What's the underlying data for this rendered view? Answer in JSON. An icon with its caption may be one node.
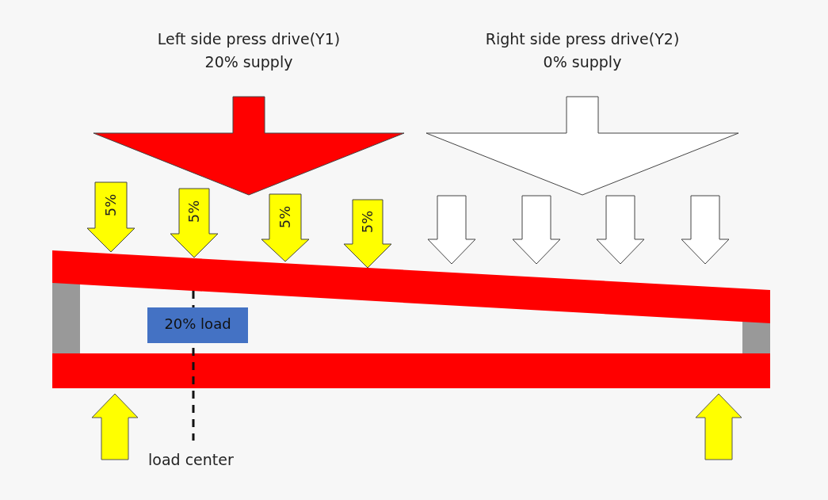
{
  "diagram": {
    "nodes": [
      {
        "text": [
          "Left side press drive(Y1)",
          "20% supply"
        ]
      },
      {
        "text": [
          "Right side press drive(Y2)",
          "0% supply"
        ]
      },
      {
        "text": [
          "5%"
        ]
      },
      {
        "text": [
          "5%"
        ]
      },
      {
        "text": [
          "5%"
        ]
      },
      {
        "text": [
          "5%"
        ]
      },
      {
        "text": [],
        "shape": "arrow"
      },
      {
        "text": [],
        "shape": "arrow"
      },
      {
        "text": [],
        "shape": "arrow"
      },
      {
        "text": [],
        "shape": "arrow"
      },
      {
        "text": [
          "20% load"
        ]
      }
    ],
    "labels": [
      "load center"
    ]
  }
}
